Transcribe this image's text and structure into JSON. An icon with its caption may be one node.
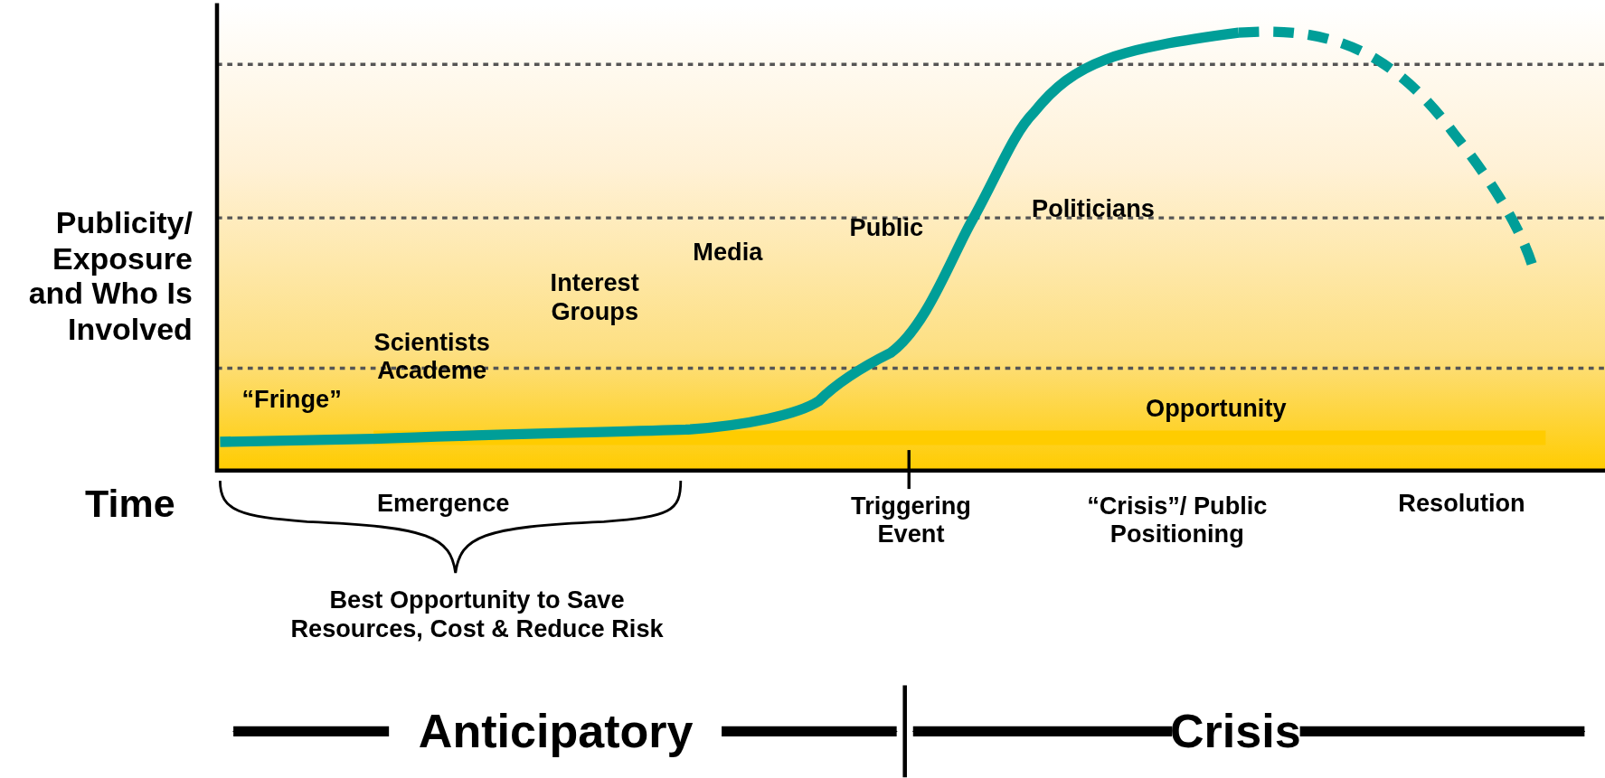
{
  "diagram": {
    "labels": [
      "Publicity/ Exposure and Who Is Involved",
      "Time",
      "“Fringe”",
      "Scientists Academe",
      "Interest Groups",
      "Media",
      "Public",
      "Politicians",
      "Opportunity",
      "Emergence",
      "Triggering Event",
      "“Crisis”/ Public Positioning",
      "Resolution",
      "Best Opportunity to Save Resources, Cost & Reduce Risk",
      "Anticipatory",
      "Crisis"
    ]
  }
}
